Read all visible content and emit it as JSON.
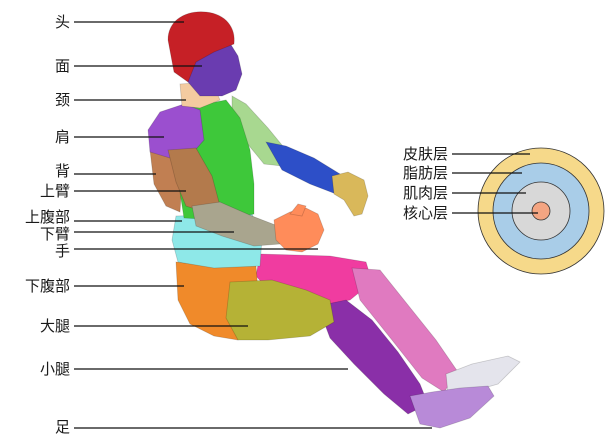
{
  "body_labels": [
    {
      "id": "head",
      "text": "头"
    },
    {
      "id": "face",
      "text": "面"
    },
    {
      "id": "neck",
      "text": "颈"
    },
    {
      "id": "shoulder",
      "text": "肩"
    },
    {
      "id": "back",
      "text": "背"
    },
    {
      "id": "upper-arm",
      "text": "上臂"
    },
    {
      "id": "upper-abdomen",
      "text": "上腹部"
    },
    {
      "id": "forearm",
      "text": "下臂"
    },
    {
      "id": "hand",
      "text": "手"
    },
    {
      "id": "lower-abdomen",
      "text": "下腹部"
    },
    {
      "id": "thigh",
      "text": "大腿"
    },
    {
      "id": "calf",
      "text": "小腿"
    },
    {
      "id": "foot",
      "text": "足"
    }
  ],
  "layer_labels": [
    {
      "id": "skin",
      "text": "皮肤层",
      "color": "#f6d98a"
    },
    {
      "id": "fat",
      "text": "脂肪层",
      "color": "#a9cde8"
    },
    {
      "id": "muscle",
      "text": "肌肉层",
      "color": "#d8d8d8"
    },
    {
      "id": "core",
      "text": "核心层",
      "color": "#f4a582"
    }
  ],
  "segment_colors": {
    "head": "#c62026",
    "face": "#6a3cb0",
    "neck": "#f4cba0",
    "shoulder": "#9b4fcf",
    "chest": "#3ec83a",
    "back": "#c17f52",
    "upper-arm": "#b37a4c",
    "upper-abdomen": "#8ee8e8",
    "forearm-left": "#a9a58e",
    "forearm-right": "#2d4fc8",
    "upper-arm-right": "#a8d890",
    "hand": "#ff8c5a",
    "hand-right": "#d9b85a",
    "lower-abdomen": "#f08a2a",
    "thigh-left": "#b5b236",
    "thigh-right": "#f03ca0",
    "calf-left": "#8a2fa8",
    "calf-right": "#e07ac0",
    "foot-left": "#b88ad8",
    "foot-right": "#e4e4ec"
  }
}
